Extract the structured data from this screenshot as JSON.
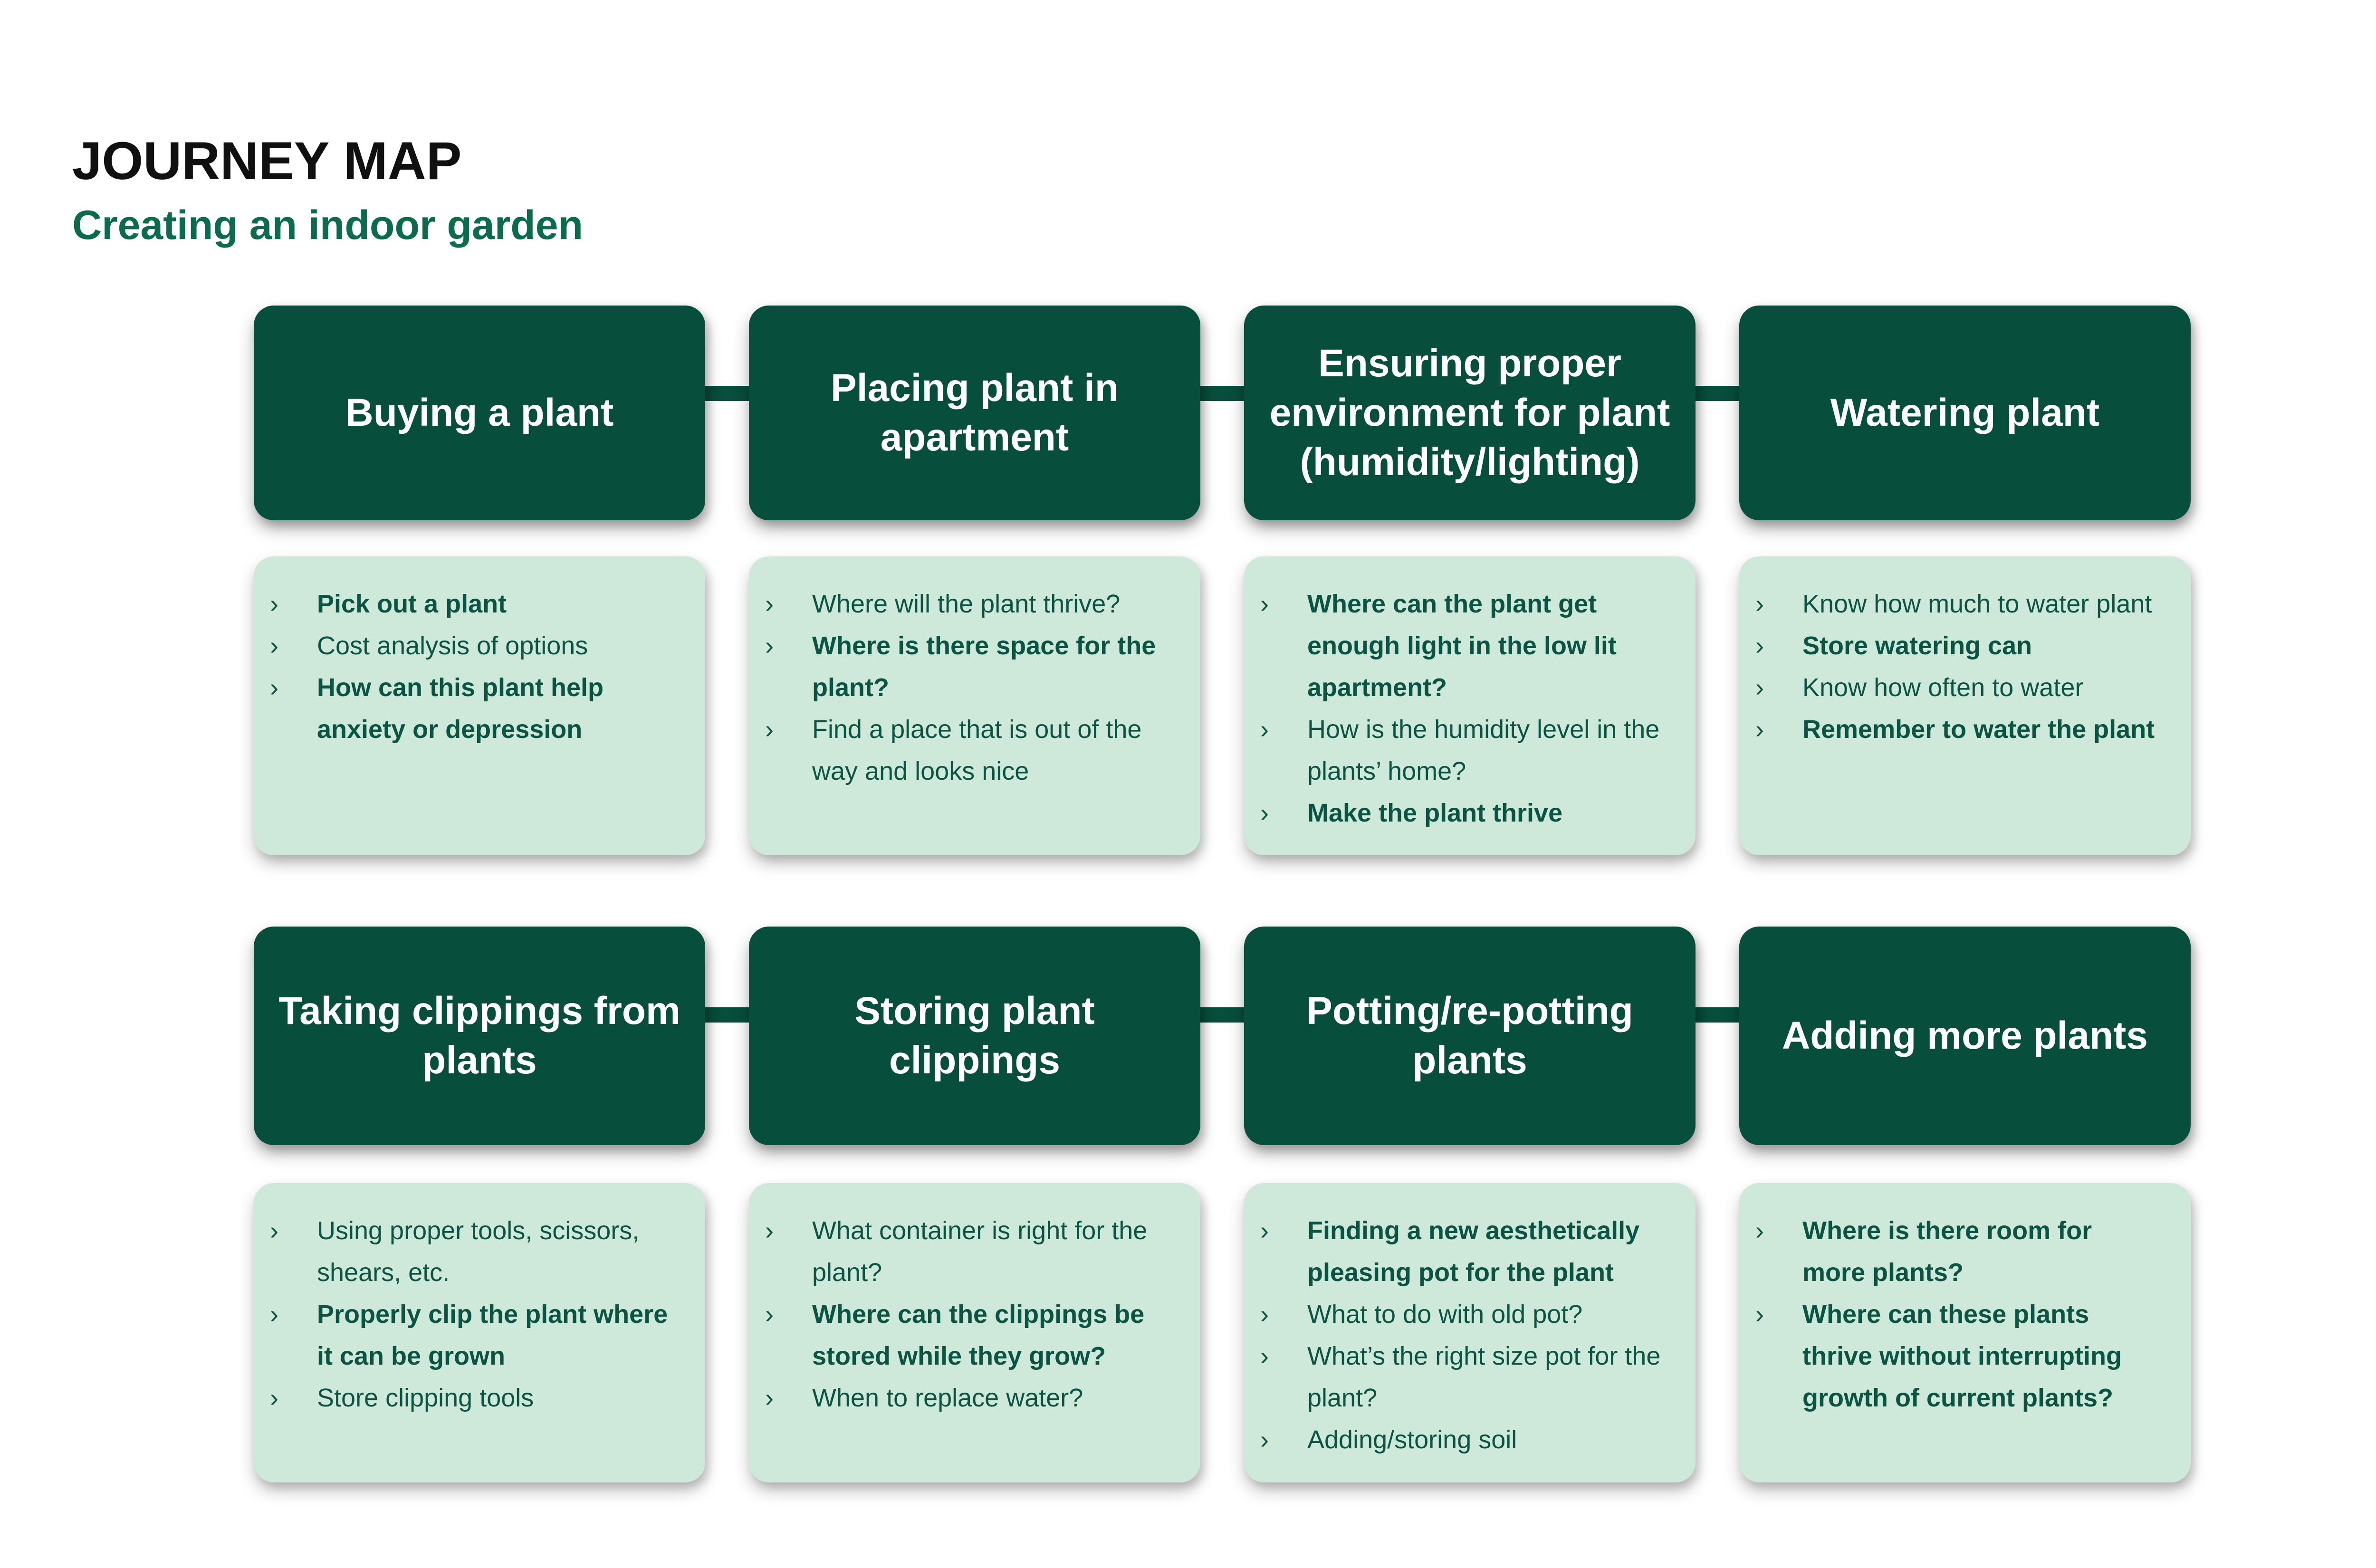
{
  "header": {
    "title": "JOURNEY MAP",
    "subtitle": "Creating an indoor garden"
  },
  "icons": {
    "bullet": "›"
  },
  "colors": {
    "title_text": "#101010",
    "subtitle_text": "#0C6A4D",
    "stage_header_bg": "#074E3C",
    "stage_header_text": "#FFFFFF",
    "card_bg": "#CEE8DA",
    "card_text": "#0B5443",
    "connector": "#074E3C",
    "background": "#FFFFFF"
  },
  "stages": [
    {
      "title": "Buying a plant",
      "items": [
        {
          "text": "Pick out a plant",
          "bold": true
        },
        {
          "text": "Cost analysis of options",
          "bold": false
        },
        {
          "text": "How can this plant help anxiety or depression",
          "bold": true
        }
      ]
    },
    {
      "title": "Placing plant in\napartment",
      "items": [
        {
          "text": "Where will the plant thrive?",
          "bold": false
        },
        {
          "text": "Where is there space for the plant?",
          "bold": true
        },
        {
          "text": "Find a place that is out of the way and looks nice",
          "bold": false
        }
      ]
    },
    {
      "title": "Ensuring proper\nenvironment for plant\n(humidity/lighting)",
      "items": [
        {
          "text": "Where can the plant get enough light in the low lit apartment?",
          "bold": true
        },
        {
          "text": "How is the humidity level in the plants’ home?",
          "bold": false
        },
        {
          "text": "Make the plant thrive",
          "bold": true
        }
      ]
    },
    {
      "title": "Watering plant",
      "items": [
        {
          "text": "Know how much to water plant",
          "bold": false
        },
        {
          "text": "Store watering can",
          "bold": true
        },
        {
          "text": "Know how often to water",
          "bold": false
        },
        {
          "text": "Remember to water the plant",
          "bold": true
        }
      ]
    },
    {
      "title": "Taking clippings from\nplants",
      "items": [
        {
          "text": "Using proper tools, scissors, shears, etc.",
          "bold": false
        },
        {
          "text": "Properly clip the plant where it can be grown",
          "bold": true
        },
        {
          "text": "Store clipping tools",
          "bold": false
        }
      ]
    },
    {
      "title": "Storing plant clippings",
      "items": [
        {
          "text": "What container is right for the plant?",
          "bold": false
        },
        {
          "text": "Where can the clippings be stored while they grow?",
          "bold": true
        },
        {
          "text": "When to replace water?",
          "bold": false
        }
      ]
    },
    {
      "title": "Potting/re-potting\nplants",
      "items": [
        {
          "text": "Finding a new aesthetically pleasing pot for the plant",
          "bold": true
        },
        {
          "text": "What to do with old pot?",
          "bold": false
        },
        {
          "text": "What’s the right size pot for the plant?",
          "bold": false
        },
        {
          "text": "Adding/storing soil",
          "bold": false
        }
      ]
    },
    {
      "title": "Adding more plants",
      "items": [
        {
          "text": "Where is there room for more plants?",
          "bold": true
        },
        {
          "text": "Where can these plants thrive without interrupting growth of current plants?",
          "bold": true
        }
      ]
    }
  ]
}
